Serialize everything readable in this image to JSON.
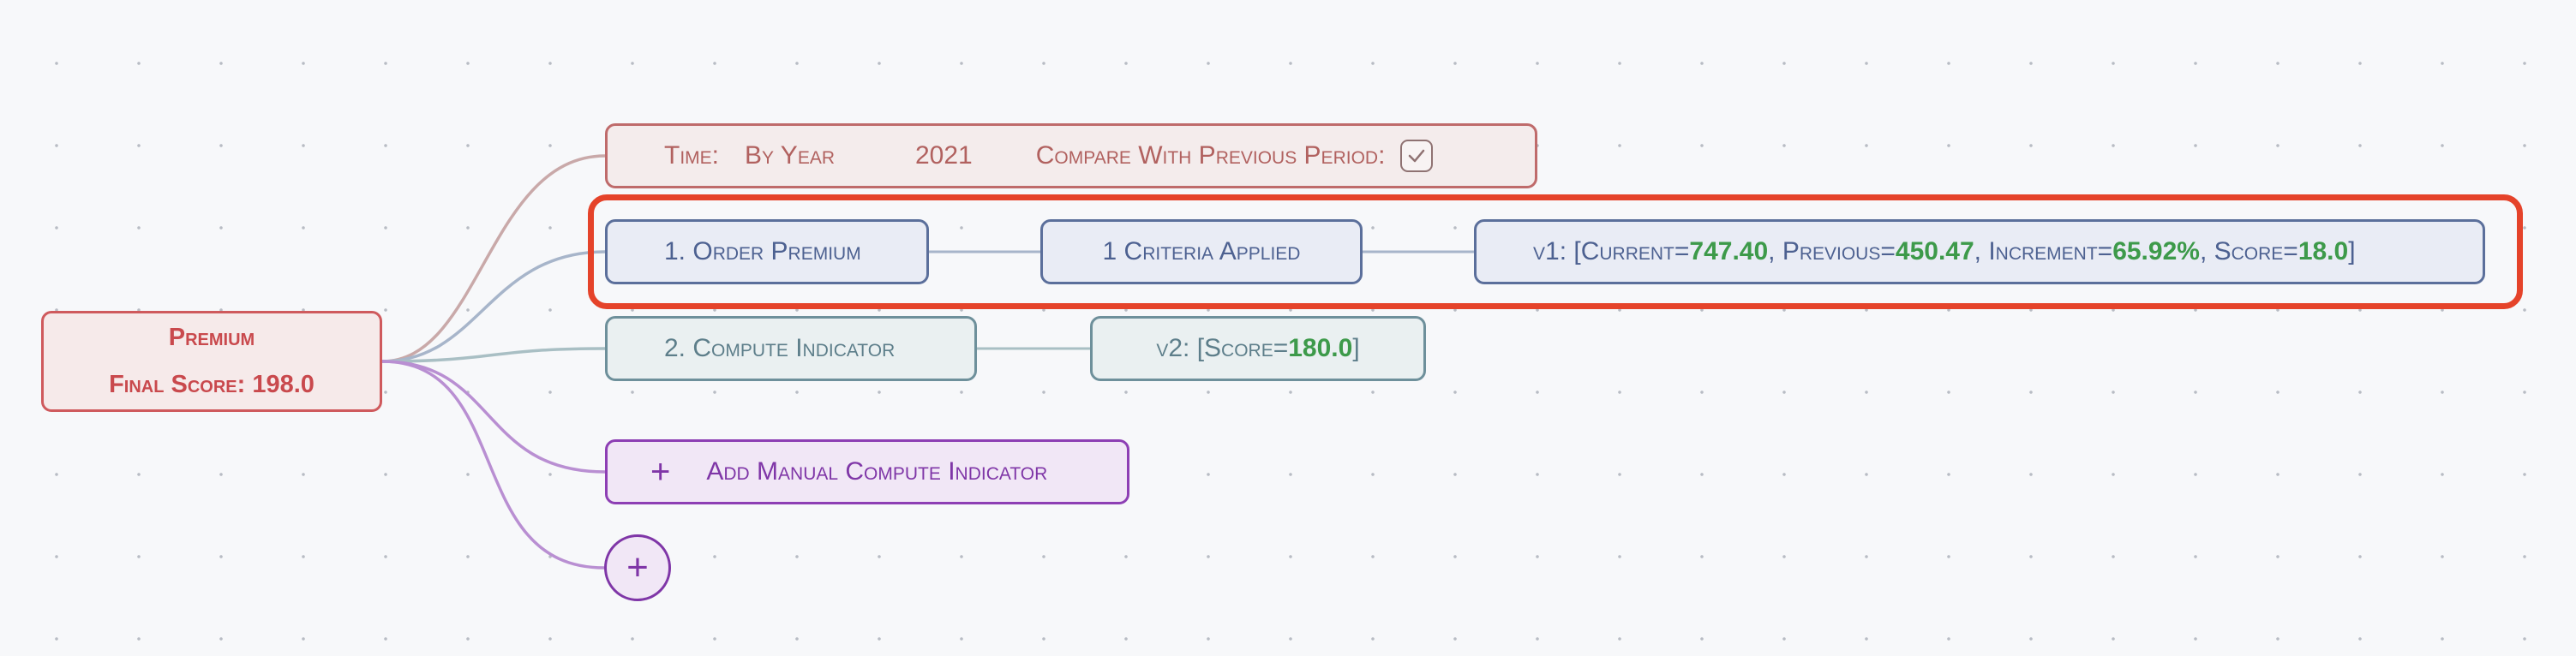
{
  "root": {
    "title": "Premium",
    "score_label": "Final Score: 198.0"
  },
  "time_filter": {
    "label": "Time:",
    "period": "By Year",
    "year": "2021",
    "compare_label": "Compare With Previous Period:",
    "compare_checked": true
  },
  "indicators": [
    {
      "label": "1.  Order Premium",
      "criteria": "1 Criteria Applied",
      "value": {
        "prefix": "v1:  [",
        "current_label": "Current=",
        "current": "747.40",
        "previous_label": ",  Previous=",
        "previous": "450.47",
        "increment_label": ",  Increment=",
        "increment": "65.92%",
        "score_label": ",  Score=",
        "score": "18.0",
        "suffix": "]"
      }
    },
    {
      "label": "2.  Compute Indicator",
      "value": {
        "prefix": "v2:  [Score=",
        "score": "180.0",
        "suffix": "]"
      }
    }
  ],
  "actions": {
    "add_manual_label": "Add Manual Compute Indicator",
    "add_manual_icon": "+",
    "add_node_icon": "+"
  },
  "colors": {
    "root": "#cf5a5d",
    "time": "#bf6b6b",
    "blue": "#5b6f9b",
    "teal": "#6e909b",
    "purple": "#8d3fb4",
    "value_green": "#3d9a4a",
    "highlight": "#e5432a"
  }
}
